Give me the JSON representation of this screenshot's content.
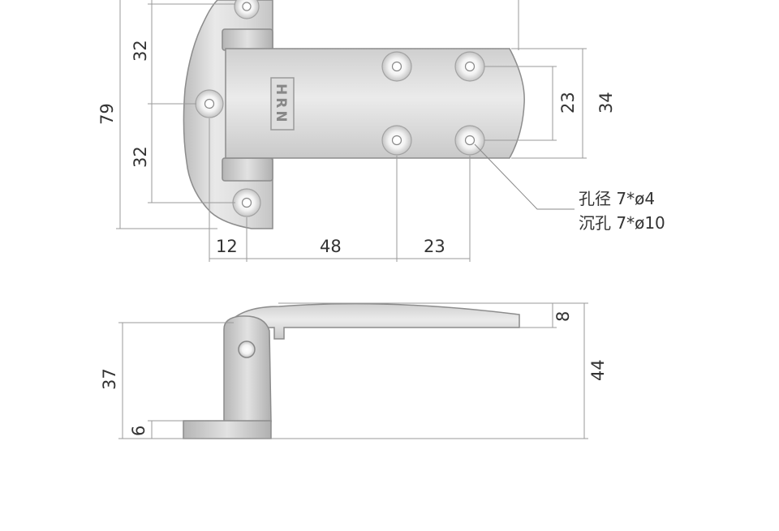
{
  "colors": {
    "metal_light": "#e6e6e6",
    "metal_mid": "#cfcfcf",
    "metal_dark": "#a9a9a9",
    "dimension_line": "#9a9a9a",
    "text": "#333333"
  },
  "top_view": {
    "logo_text": "HRN",
    "dimensions": {
      "total_height": "79",
      "upper_pitch": "32",
      "lower_pitch": "32",
      "bottom_12": "12",
      "bottom_48": "48",
      "bottom_23": "23",
      "right_23": "23",
      "right_34": "34"
    },
    "hole_note": {
      "line1": "孔径 7*ø4",
      "line2": "沉孔 7*ø10"
    }
  },
  "side_view": {
    "dimensions": {
      "height_37": "37",
      "base_6": "6",
      "leaf_8": "8",
      "overall_44": "44"
    }
  }
}
